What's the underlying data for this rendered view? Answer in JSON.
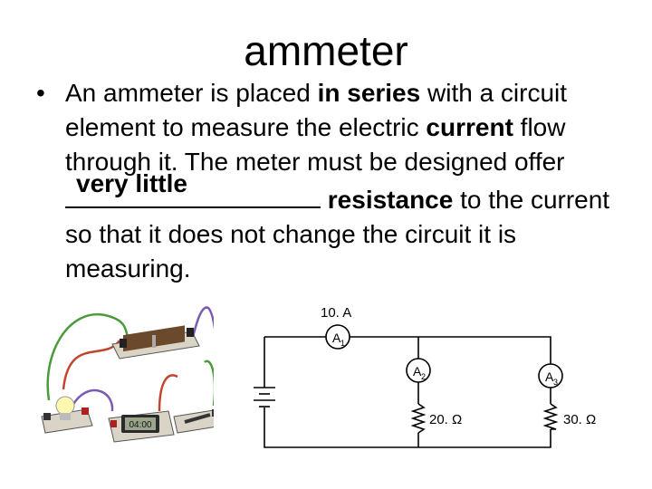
{
  "slide": {
    "title": "ammeter",
    "bullet": "•",
    "text": {
      "t1": "An ammeter is placed ",
      "t2": "in series",
      "t3": " with a circuit element to measure the electric ",
      "t4": "current",
      "t5": " flow through it. The meter must be designed offer ",
      "blank": "very little",
      "t6": "resistance",
      "t7": " to the current so that it does not change the circuit it is measuring."
    }
  },
  "photo": {
    "meter_display": "04:00"
  },
  "circuit": {
    "meter1_current": "10. A",
    "meter1_label": "A",
    "meter1_sub": "1",
    "meter2_label": "A",
    "meter2_sub": "2",
    "meter3_label": "A",
    "meter3_sub": "3",
    "resistor1": "20. Ω",
    "resistor2": "30. Ω"
  }
}
